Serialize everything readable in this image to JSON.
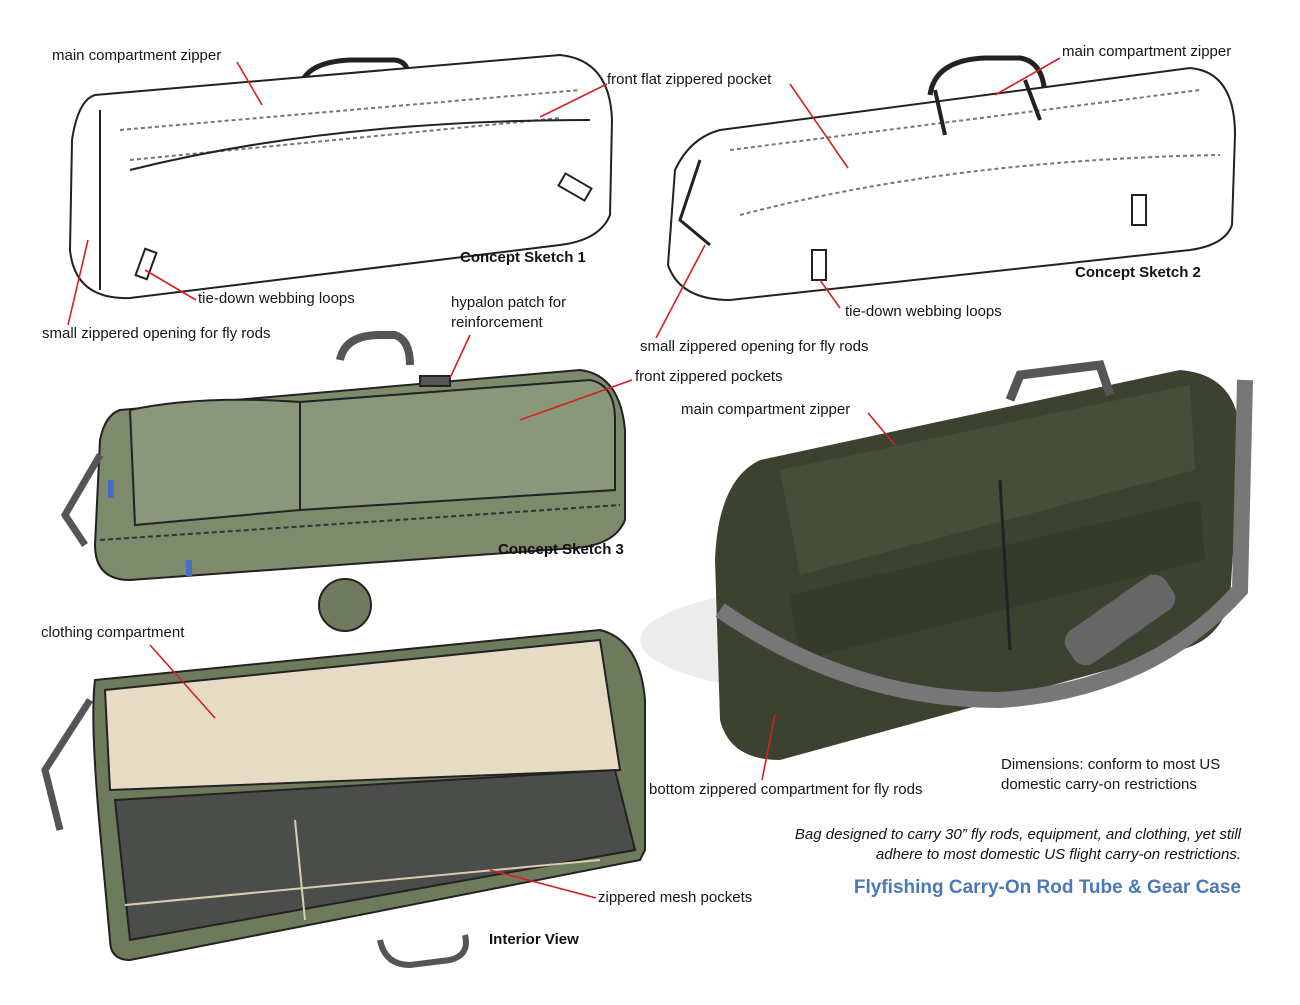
{
  "colors": {
    "title": "#4a78b8",
    "leader": "#d42020",
    "olive": "#7d8a6c",
    "photo": "#3b4230"
  },
  "sketch1": {
    "caption": "Concept Sketch 1",
    "labels": [
      "main compartment zipper",
      "front flat zippered pocket",
      "tie-down webbing loops",
      "small zippered opening for fly rods"
    ]
  },
  "sketch2": {
    "caption": "Concept Sketch 2",
    "labels": [
      "main compartment zipper",
      "tie-down webbing loops",
      "small zippered opening for fly rods"
    ]
  },
  "sketch3": {
    "caption": "Concept Sketch 3",
    "labels": [
      "hypalon patch for",
      "reinforcement",
      "front zippered pockets"
    ]
  },
  "photo": {
    "labels": [
      "main compartment zipper",
      "bottom zippered compartment for fly rods"
    ],
    "dimensions": [
      "Dimensions: conform to most US",
      "domestic carry-on restrictions"
    ]
  },
  "interior": {
    "caption": "Interior View",
    "labels": [
      "clothing compartment",
      "zippered mesh pockets"
    ]
  },
  "description": [
    "Bag designed to carry 30” fly rods, equipment, and clothing, yet still",
    "adhere to most domestic US flight carry-on restrictions."
  ],
  "title": "Flyfishing Carry-On Rod Tube & Gear Case"
}
